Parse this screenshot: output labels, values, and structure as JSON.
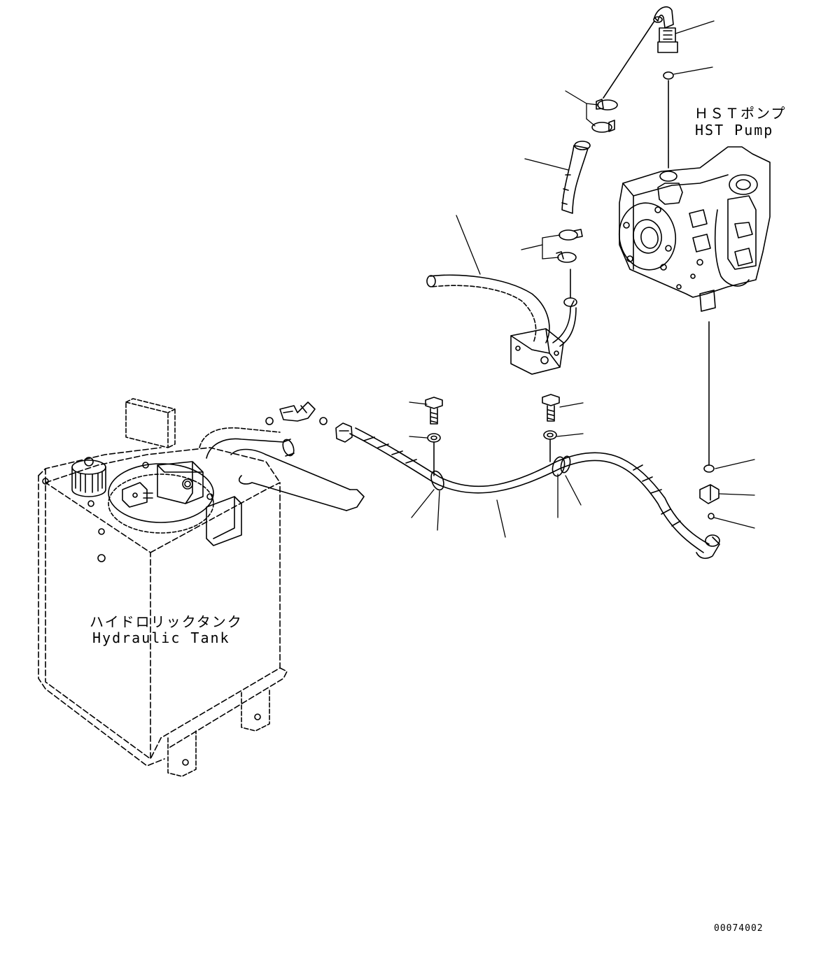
{
  "labels": {
    "hst_pump_ja": "ＨＳＴポンプ",
    "hst_pump_en": "HST Pump",
    "tank_ja": "ハイドロリックタンク",
    "tank_en": "Hydraulic Tank",
    "figure_id": "00074002"
  },
  "colors": {
    "ink": "#000000",
    "paper": "#ffffff"
  }
}
